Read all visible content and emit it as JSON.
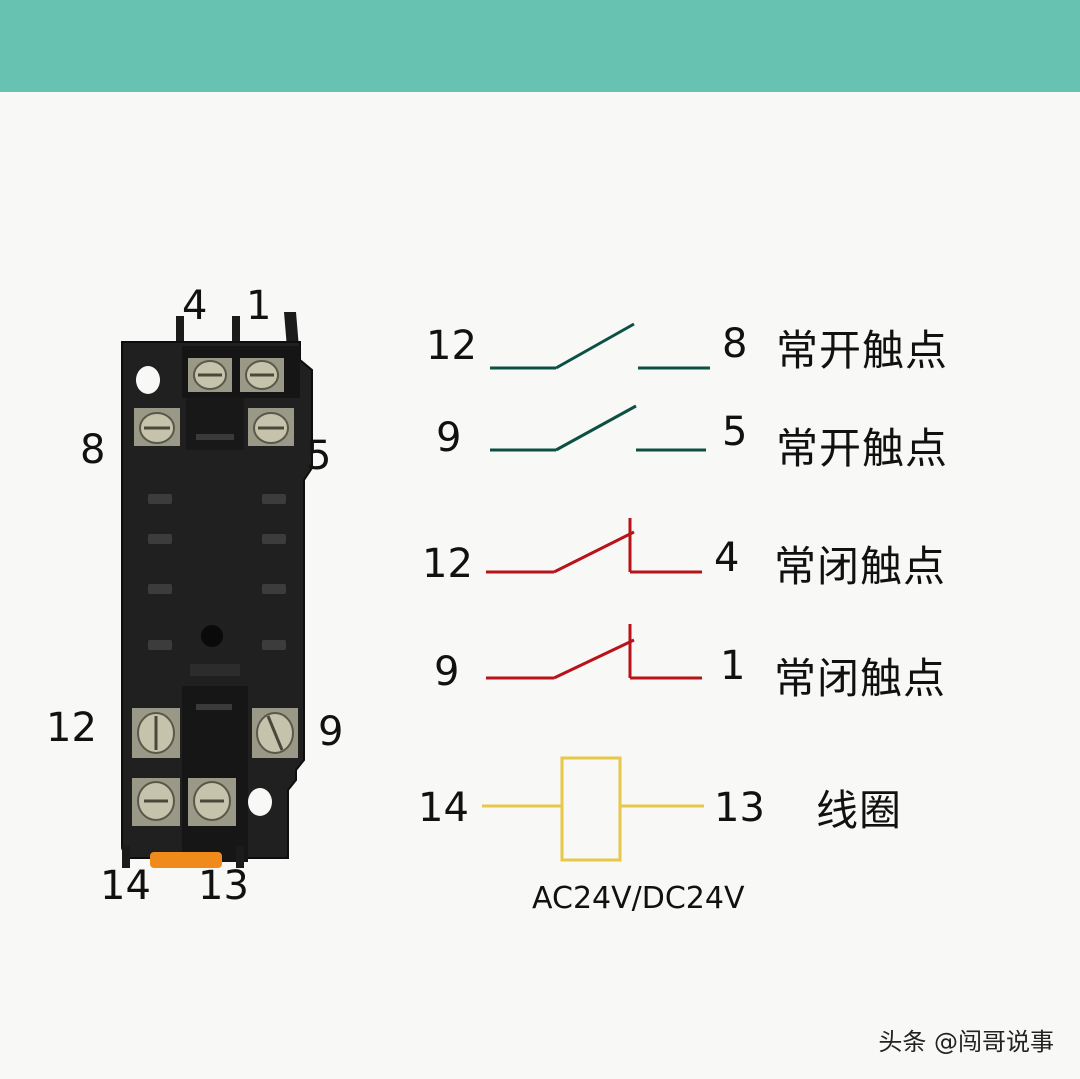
{
  "relay_base": {
    "terminal_labels": {
      "t4": "4",
      "t1": "1",
      "t8": "8",
      "t5": "5",
      "t12": "12",
      "t9": "9",
      "t14": "14",
      "t13": "13"
    }
  },
  "schematic": {
    "contacts": [
      {
        "left": "12",
        "right": "8",
        "label": "常开触点",
        "type": "normally-open",
        "color": "#0d4f43"
      },
      {
        "left": "9",
        "right": "5",
        "label": "常开触点",
        "type": "normally-open",
        "color": "#0d4f43"
      },
      {
        "left": "12",
        "right": "4",
        "label": "常闭触点",
        "type": "normally-closed",
        "color": "#b8121a"
      },
      {
        "left": "9",
        "right": "1",
        "label": "常闭触点",
        "type": "normally-closed",
        "color": "#b8121a"
      }
    ],
    "coil": {
      "left": "14",
      "right": "13",
      "label": "线圈",
      "voltage": "AC24V/DC24V",
      "color": "#e8c84a"
    }
  },
  "watermark": "头条 @闯哥说事",
  "colors": {
    "header": "#68c2b1",
    "background": "#f8f8f6",
    "relay_body": "#1f1f1f",
    "release_tab": "#f08a1a"
  }
}
